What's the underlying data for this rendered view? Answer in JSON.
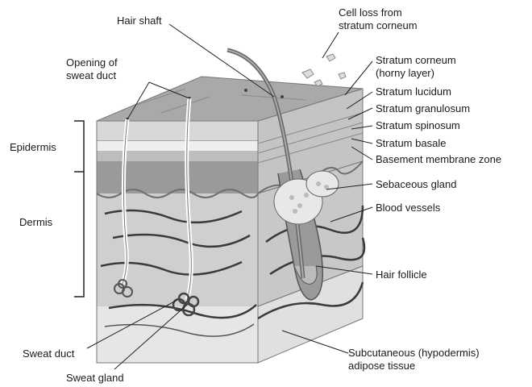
{
  "labels": {
    "hair_shaft": "Hair shaft",
    "cell_loss": [
      "Cell loss from",
      "stratum corneum"
    ],
    "opening_sweat_duct": [
      "Opening of",
      "sweat duct"
    ],
    "stratum_corneum": [
      "Stratum corneum",
      "(horny layer)"
    ],
    "stratum_lucidum": "Stratum lucidum",
    "stratum_granulosum": "Stratum granulosum",
    "stratum_spinosum": "Stratum spinosum",
    "stratum_basale": "Stratum basale",
    "basement_membrane": "Basement membrane zone",
    "epidermis": "Epidermis",
    "dermis": "Dermis",
    "sebaceous_gland": "Sebaceous gland",
    "blood_vessels": "Blood vessels",
    "hair_follicle": "Hair follicle",
    "sweat_duct": "Sweat duct",
    "sweat_gland": "Sweat gland",
    "subcutaneous": [
      "Subcutaneous (hypodermis)",
      "adipose tissue"
    ]
  }
}
